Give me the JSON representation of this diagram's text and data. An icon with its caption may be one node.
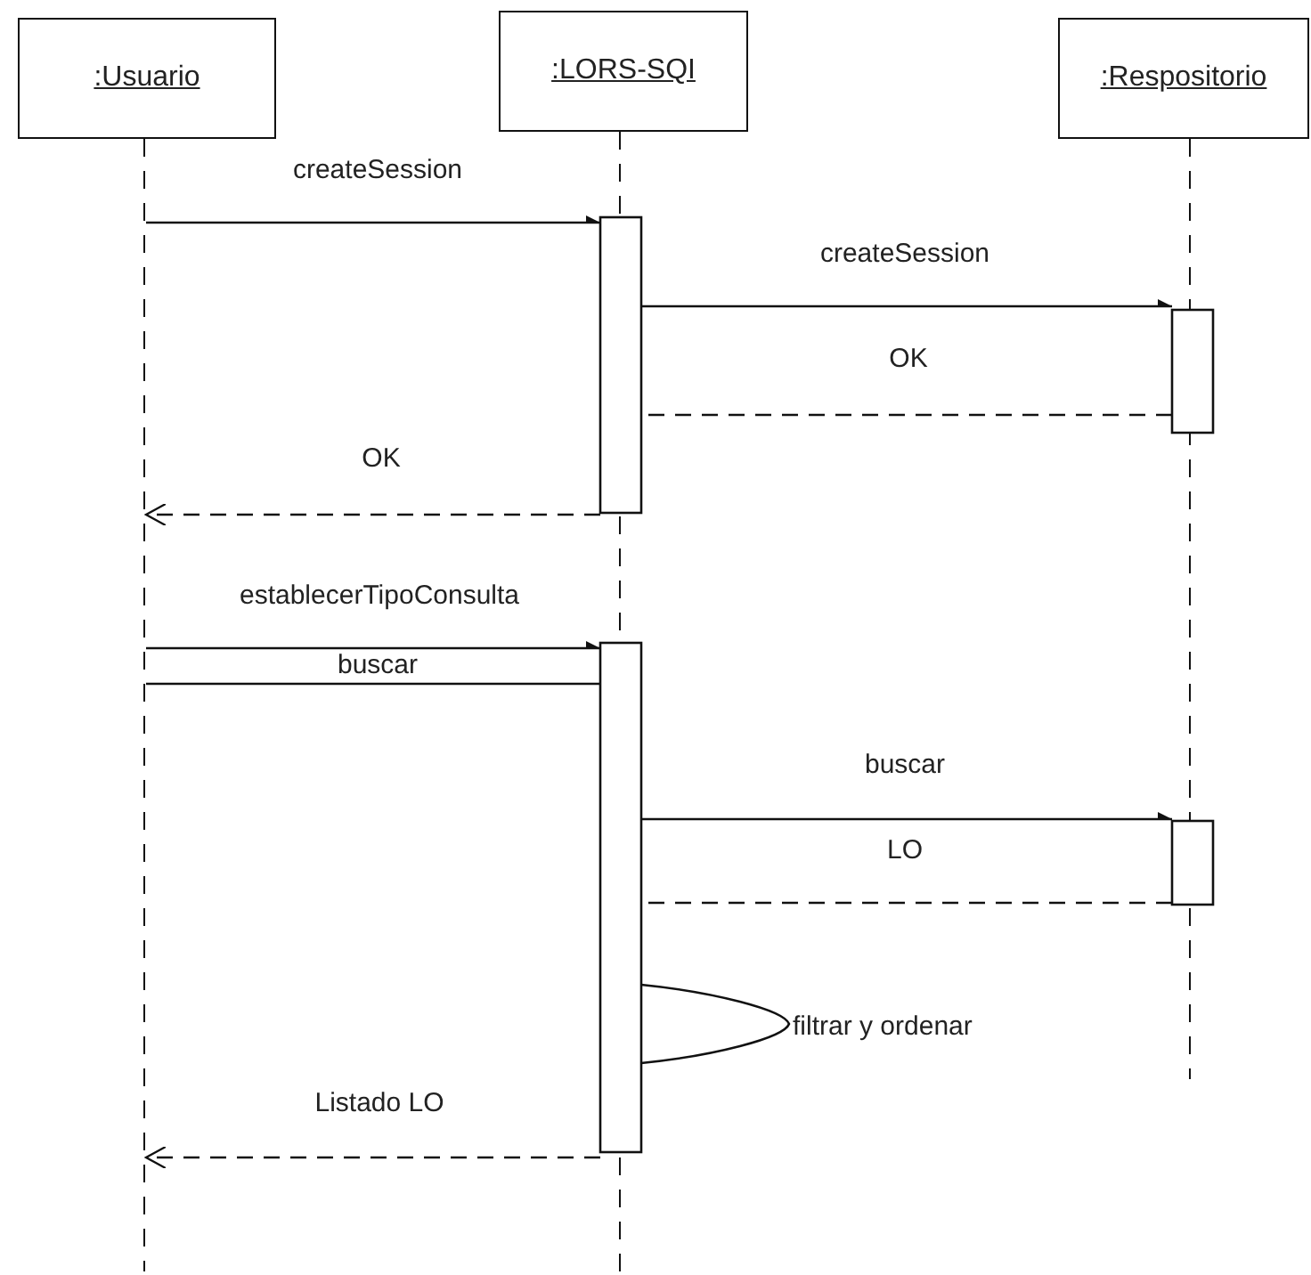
{
  "diagram": {
    "nodes": [
      {
        "text": [
          ":Usuario"
        ]
      },
      {
        "text": [
          ":LORS-SQI"
        ]
      },
      {
        "text": [
          ":Respositorio"
        ]
      },
      {
        "text": [],
        "shape": "line"
      },
      {
        "text": [],
        "shape": "bar"
      },
      {
        "text": [],
        "shape": "bar"
      },
      {
        "text": [],
        "shape": "bar"
      },
      {
        "text": [],
        "shape": "bar"
      }
    ],
    "edges": [
      {
        "from": 3,
        "to": 4,
        "arrow": "to",
        "label": "createSession"
      },
      {
        "from": 4,
        "to": 5,
        "arrow": "to",
        "label": "createSession"
      },
      {
        "from": 5,
        "to": 4,
        "arrow": "none",
        "label": "OK",
        "style": "dashed"
      },
      {
        "from": 4,
        "to": 3,
        "arrow": "to",
        "label": "OK",
        "style": "dashed"
      },
      {
        "from": 3,
        "to": 6,
        "arrow": "to",
        "label": "establecerTipoConsulta"
      },
      {
        "from": 3,
        "to": 6,
        "arrow": "none",
        "label": "buscar"
      },
      {
        "from": 6,
        "to": 7,
        "arrow": "to",
        "label": "buscar"
      },
      {
        "from": 7,
        "to": 6,
        "arrow": "none",
        "label": "LO",
        "style": "dashed"
      },
      {
        "from": 6,
        "to": 6,
        "arrow": "none",
        "label": "filtrar y ordenar"
      },
      {
        "from": 6,
        "to": 3,
        "arrow": "to",
        "label": "Listado LO",
        "style": "dashed"
      }
    ]
  }
}
